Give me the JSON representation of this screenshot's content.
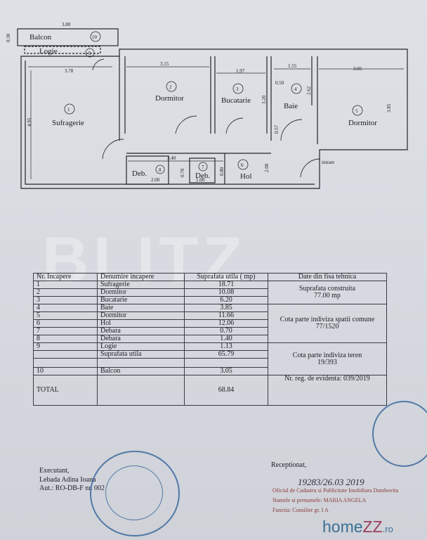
{
  "plan": {
    "dims": {
      "balcon_w": "3.80",
      "balcon_h": "0.30",
      "sufr_w": "3.78",
      "sufr_h": "4.95",
      "dorm2_w": "3.15",
      "buc_w": "1.97",
      "buc_h": "3.20",
      "baie_w": "1.55",
      "baie_h1": "0.50",
      "baie_h2": "2.62",
      "baie_h3": "0.57",
      "dorm5_w": "3.05",
      "dorm5_h": "3.85",
      "hol_w": "3.40",
      "hol_h": "2.00",
      "deb8_w": "2.00",
      "deb8_h": "0.70",
      "deb7_w": "1.00",
      "deb7_h": "0.80"
    },
    "rooms": {
      "balcon": "Balcon",
      "logie": "Logie",
      "sufragerie": "Sufragerie",
      "dormitor2": "Dormitor",
      "bucatarie": "Bucatarie",
      "baie": "Baie",
      "dormitor5": "Dormitor",
      "hol": "Hol",
      "deb8": "Deb.",
      "deb7": "Deb."
    },
    "numbers": [
      "1",
      "2",
      "3",
      "4",
      "5",
      "6",
      "7",
      "8",
      "9",
      "10"
    ],
    "intrare": "intrare"
  },
  "watermark": "BLITZ",
  "table": {
    "headers": [
      "Nr. Incapere",
      "Denumire incapere",
      "Suprafata utila ( mp)",
      "Date din fisa tehnica"
    ],
    "rows": [
      {
        "nr": "1",
        "name": "Sufragerie",
        "area": "18.71"
      },
      {
        "nr": "2",
        "name": "Dormitor",
        "area": "10.08"
      },
      {
        "nr": "3",
        "name": "Bucatarie",
        "area": "6.20"
      },
      {
        "nr": "4",
        "name": "Baie",
        "area": "3.85"
      },
      {
        "nr": "5",
        "name": "Dormitor",
        "area": "11.66"
      },
      {
        "nr": "6",
        "name": "Hol",
        "area": "12.06"
      },
      {
        "nr": "7",
        "name": "Debara",
        "area": "0.70"
      },
      {
        "nr": "8",
        "name": "Debara",
        "area": "1.40"
      },
      {
        "nr": "9",
        "name": "Logie",
        "area": "1.13"
      }
    ],
    "subtotal_label": "Suprafata utila",
    "subtotal": "65.79",
    "balcon": {
      "nr": "10",
      "name": "Balcon",
      "area": "3.05"
    },
    "total_label": "TOTAL",
    "total": "68.84",
    "tech": {
      "sc_label": "Suprafata construita",
      "sc_value": "77.00 mp",
      "cota_comune_label": "Cota parte indiviza spatii comune",
      "cota_comune_value": "77/1520",
      "cota_teren_label": "Cota parte indiviza teren",
      "cota_teren_value": "19/393",
      "reg_label": "Nr. reg. de evidenta: 039/2019"
    }
  },
  "footer": {
    "executant": "Executant,",
    "name": "Lebada Adina Ioana",
    "aut": "Aut.: RO-DB-F nr. 002",
    "receptionat": "Receptionat,",
    "handwritten": "19283/26.03  2019",
    "office_line1": "Oficiul de Cadastru si Publicitate Imobiliara Dambovita",
    "office_line2": "Numele si prenumele: MARIA ANGELA",
    "office_line3": "Functia: Consilier gr. I A"
  },
  "brand": {
    "home": "home",
    "zz": "ZZ",
    "ro": ".ro"
  },
  "colors": {
    "paper": "#dfe1e6",
    "ink": "#1c1c22",
    "stamp": "#285a96",
    "brand_blue": "#3b6f94",
    "brand_red": "#9a3e5c"
  }
}
